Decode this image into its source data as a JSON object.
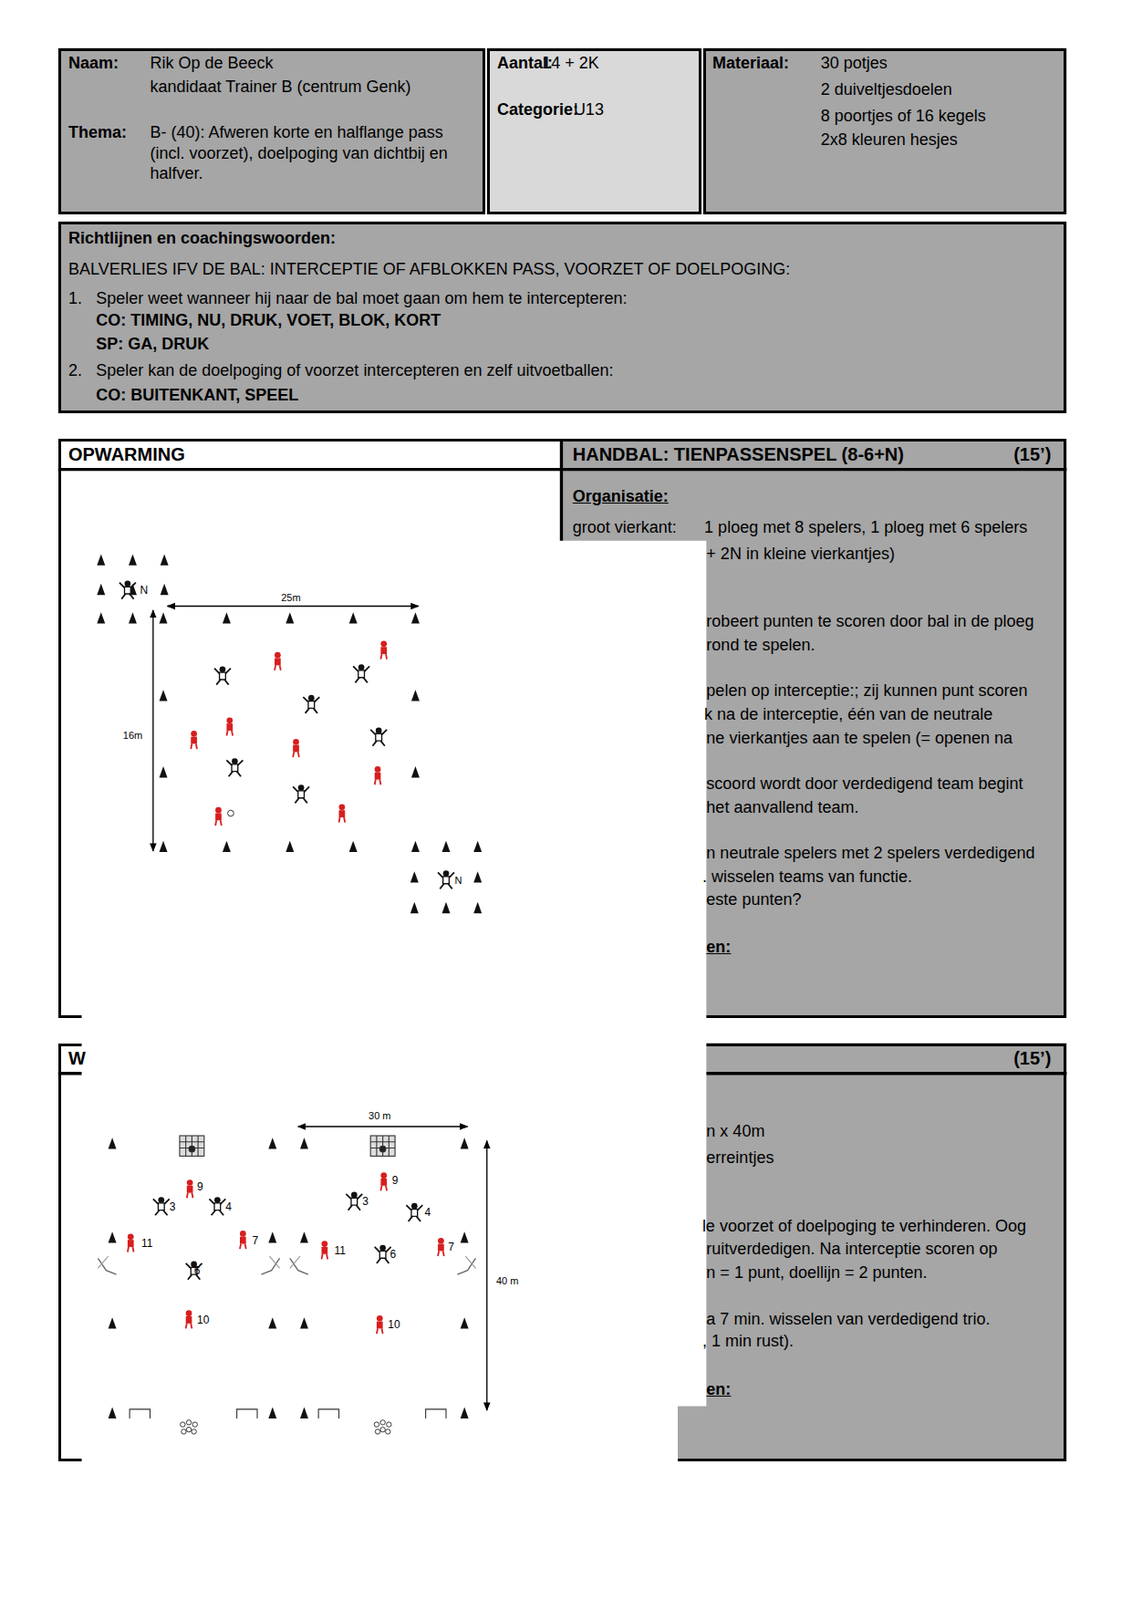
{
  "diagram": {
    "nodes": [
      {
        "text": [
          "Naam:",
          "Rik Op de Beeck",
          "kandidaat Trainer B (centrum Genk)",
          "Thema:",
          "B- (40): Afweren korte en halflange pass (incl. voorzet), doelpoging van dichtbij en halfver."
        ]
      },
      {
        "text": [
          "Aantal:",
          "14 + 2K",
          "Categorie:",
          "U13"
        ]
      },
      {
        "text": [
          "Materiaal:",
          "30 potjes",
          "2 duiveltjesdoelen",
          "8 poortjes of 16 kegels",
          "2x8 kleuren hesjes"
        ]
      },
      {
        "text": [
          "Richtlijnen en coachingswoorden:",
          "BALVERLIES IFV DE BAL: INTERCEPTIE OF AFBLOKKEN PASS, VOORZET OF DOELPOGING:",
          "1.",
          "Speler weet wanneer hij naar de bal moet gaan om hem te intercepteren:",
          "CO: TIMING, NU, DRUK, VOET, BLOK, KORT",
          "SP: GA, DRUK",
          "2.",
          "Speler kan de doelpoging of voorzet intercepteren en zelf uitvoetballen:",
          "CO: BUITENKANT, SPEEL"
        ]
      },
      {
        "text": [
          "OPWARMING",
          "HANDBAL: TIENPASSENSPEL (8-6+N)",
          "(15’)",
          "Organisatie:",
          "groot vierkant:",
          "1 ploeg met 8 spelers, 1 ploeg met 6 spelers",
          "+ 2N in kleine vierkantjes)",
          "robeert punten te scoren door bal in de ploeg",
          "rond te spelen.",
          "pelen op interceptie:; zij kunnen punt scoren",
          "k na de interceptie, één van de neutrale",
          "ne vierkantjes aan te spelen (= openen na",
          "scoord wordt door verdedigend team begint",
          "het aanvallend team.",
          "n neutrale spelers met 2 spelers verdedigend",
          ". wisselen teams van functie.",
          "este punten?",
          "en:"
        ]
      },
      {
        "text": [
          "W",
          "(15’)",
          "n x 40m",
          "erreintjes",
          "le voorzet of doelpoging te verhinderen. Oog",
          "ruitverdedigen. Na interceptie scoren op",
          "n = 1 punt, doellijn = 2 punten.",
          "a 7 min. wisselen van verdedigend trio.",
          ", 1 min rust).",
          "en:"
        ]
      }
    ],
    "labels": [
      "N",
      "25m",
      "16m",
      "N",
      "30 m",
      "40 m",
      "9",
      "3",
      "4",
      "11",
      "7",
      "6",
      "10",
      "9",
      "3",
      "4",
      "11",
      "6",
      "7",
      "10"
    ]
  }
}
